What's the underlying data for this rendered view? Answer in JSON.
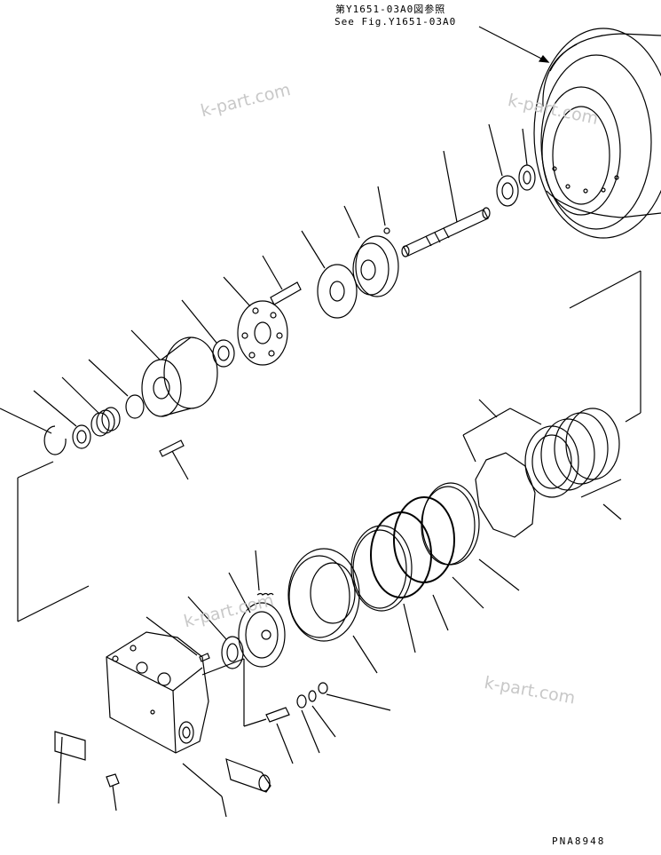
{
  "reference": {
    "japanese": "第Y1651-03A0図参照",
    "english": "See Fig.Y1651-03A0"
  },
  "drawing_number": "PNA8948",
  "watermark": "k-part.com"
}
